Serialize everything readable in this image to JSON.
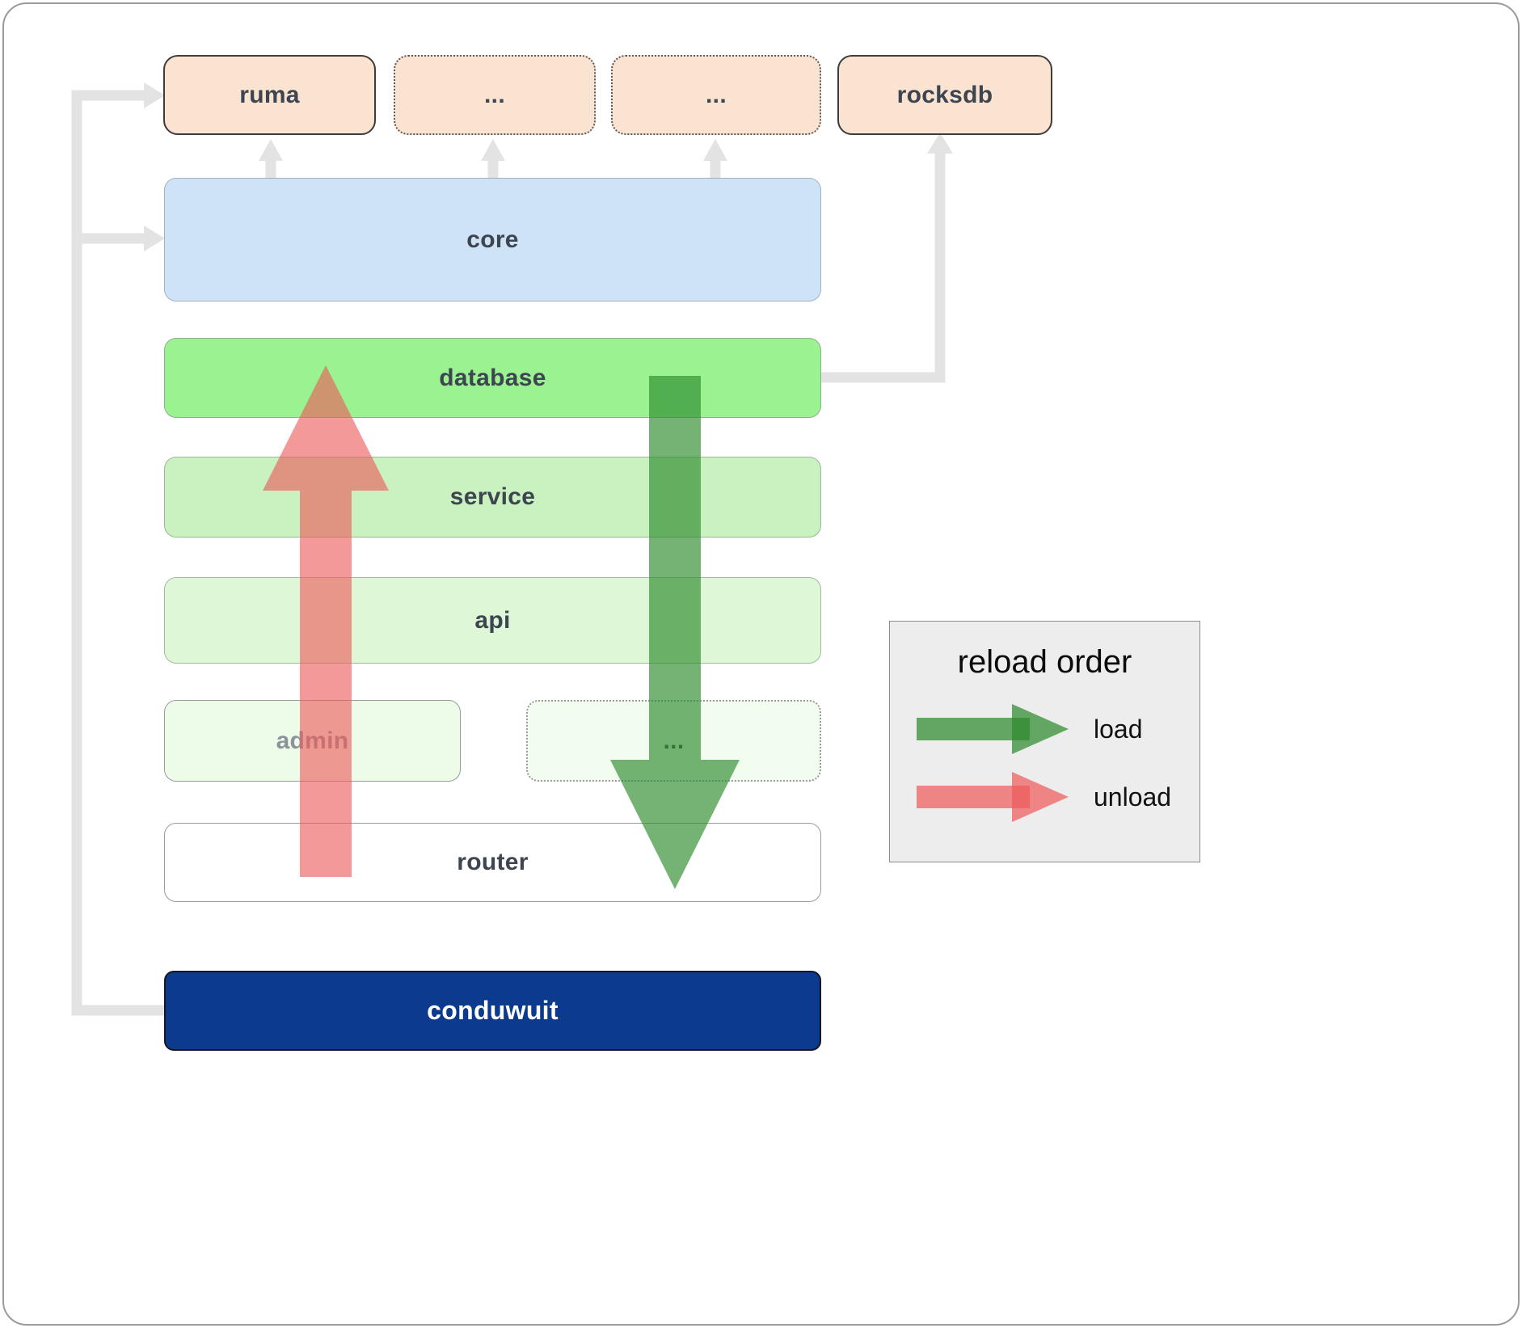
{
  "boxes": {
    "ruma": "ruma",
    "ellipsis_top_1": "...",
    "ellipsis_top_2": "...",
    "rocksdb": "rocksdb",
    "core": "core",
    "database": "database",
    "service": "service",
    "api": "api",
    "admin": "admin",
    "ellipsis_mid": "...",
    "router": "router",
    "conduwuit": "conduwuit"
  },
  "legend": {
    "title": "reload order",
    "load_label": "load",
    "unload_label": "unload"
  },
  "colors": {
    "crate_peach": "#fbe3d1",
    "core_blue": "#cfe3f7",
    "database_green": "#9af291",
    "service_green": "#c9f2c0",
    "api_green": "#def7d6",
    "admin_green": "#edfbe9",
    "conduwuit_navy": "#0c3b8d",
    "load_arrow_green": "#2e8b2e",
    "unload_arrow_red": "#ee5b5b",
    "connector_gray": "#e3e3e3"
  }
}
